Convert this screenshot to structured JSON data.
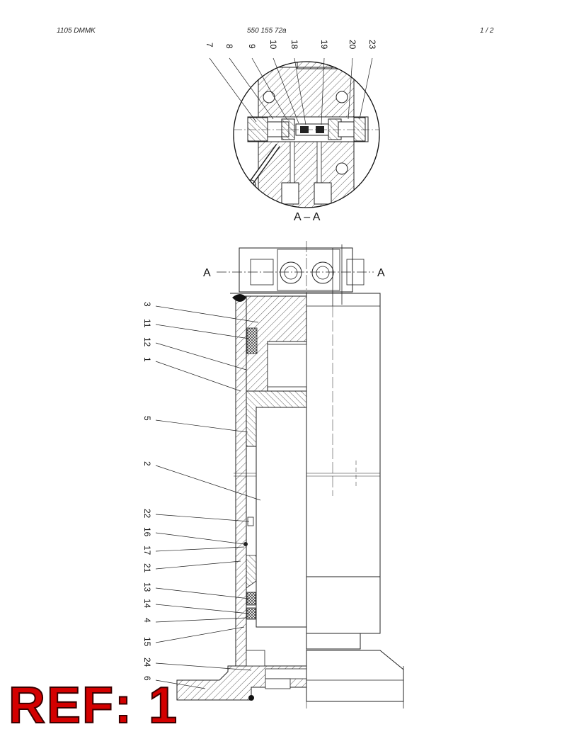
{
  "header": {
    "doc_code": "1105 DMMK",
    "part_number": "550 155 72a",
    "page": "1 /  2"
  },
  "section_view": {
    "title": "A – A",
    "callouts": [
      "7",
      "8",
      "9",
      "10",
      "18",
      "19",
      "20",
      "23"
    ]
  },
  "main_view": {
    "section_marker_left": "A",
    "section_marker_right": "A",
    "callouts": [
      "3",
      "11",
      "12",
      "1",
      "5",
      "2",
      "22",
      "16",
      "17",
      "21",
      "13",
      "14",
      "4",
      "15",
      "24",
      "6"
    ]
  },
  "reference_label": "REF: 1",
  "colors": {
    "ref_fill": "#d40000",
    "line": "#222222"
  }
}
